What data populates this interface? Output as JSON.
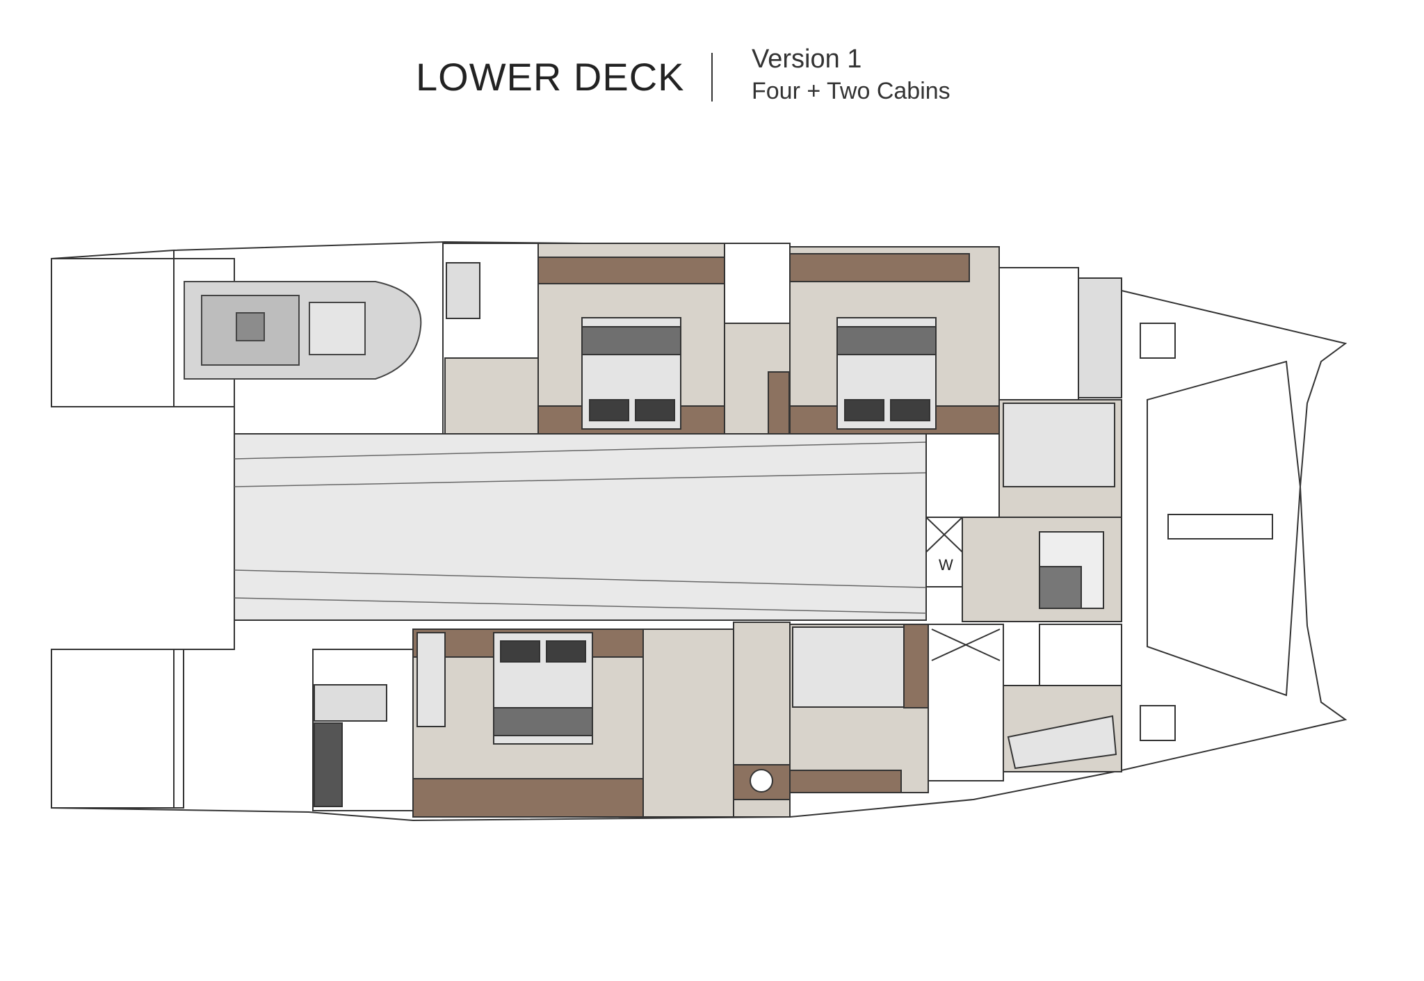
{
  "header": {
    "title": "LOWER DECK",
    "version": "Version 1",
    "subtitle": "Four + Two Cabins"
  },
  "plan": {
    "washer_label": "W"
  },
  "colors": {
    "floor": "#d8d3cb",
    "wood": "#8c7260",
    "bed": "#e4e4e4",
    "bed_band": "#6f6f6f",
    "pillow": "#3e3e3e",
    "tunnel": "#e8e8e8",
    "line": "#333333"
  }
}
